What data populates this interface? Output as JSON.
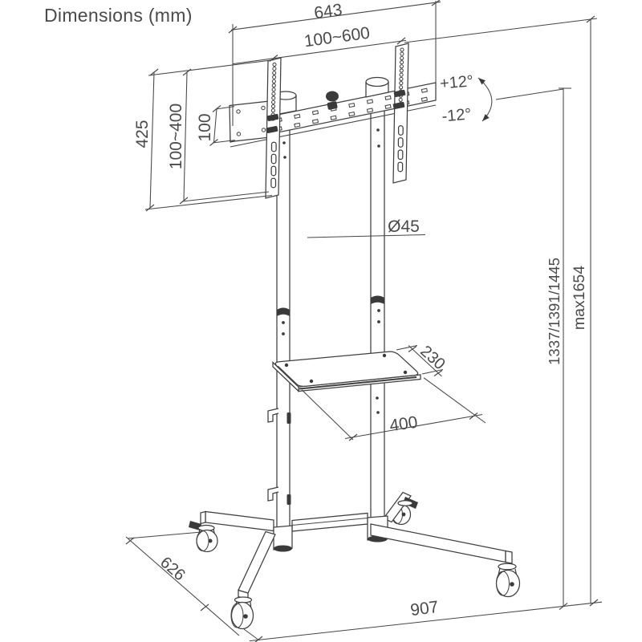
{
  "title": "Dimensions (mm)",
  "colors": {
    "line": "#3f3f3f",
    "text": "#4a4a4a",
    "background": "#ffffff"
  },
  "dimensions": {
    "bracket_width": "643",
    "vesa_width_range": "100~600",
    "arm_height": "425",
    "vesa_height_range": "100~400",
    "plate_height": "100",
    "tilt_up": "+12°",
    "tilt_down": "-12°",
    "pole_diameter": "Ø45",
    "pivot_heights": "1337/1391/1445",
    "max_height": "max1654",
    "shelf_depth": "230",
    "shelf_width": "400",
    "base_depth": "626",
    "base_width": "907"
  }
}
